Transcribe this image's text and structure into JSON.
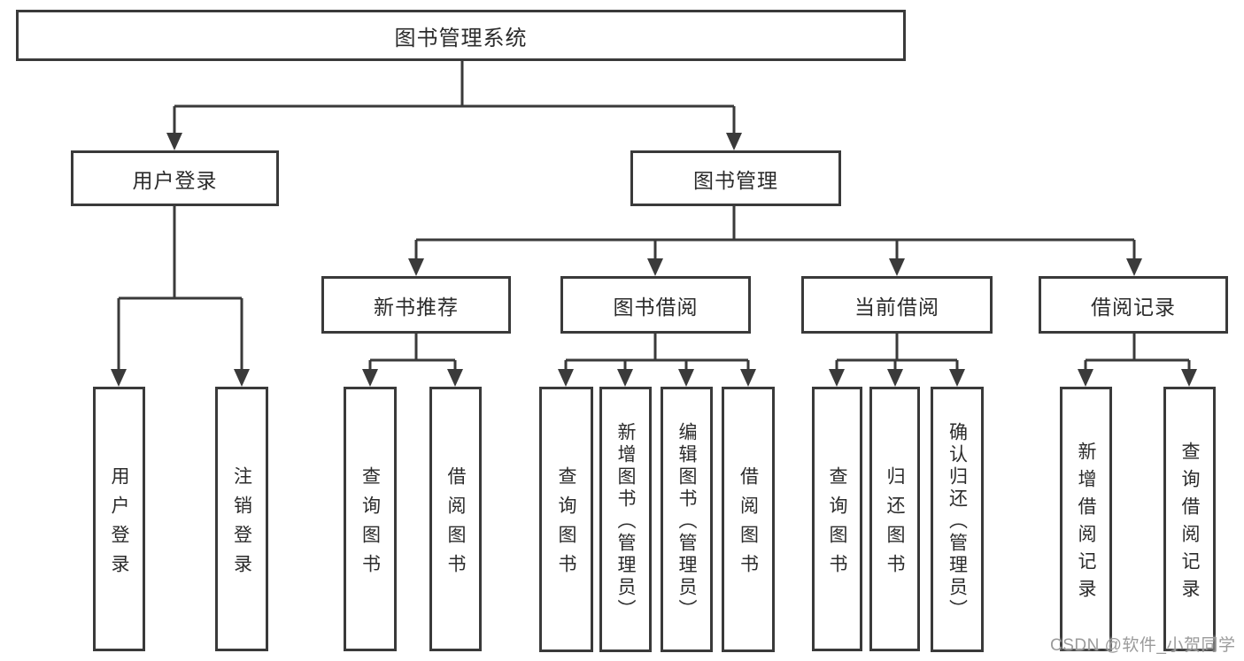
{
  "colors": {
    "line": "#3a3a3a",
    "box_border": "#3a3a3a",
    "box_bg": "#ffffff",
    "text": "#2b2b2b",
    "watermark": "#9b9b9b"
  },
  "watermark": {
    "text": "CSDN @软件_小贺同学"
  },
  "tree": {
    "root": {
      "label": "图书管理系统"
    },
    "branches": [
      {
        "label": "用户登录",
        "children": [
          {
            "label": "用户登录"
          },
          {
            "label": "注销登录"
          }
        ]
      },
      {
        "label": "图书管理",
        "children": [
          {
            "label": "新书推荐",
            "children": [
              {
                "label": "查询图书"
              },
              {
                "label": "借阅图书"
              }
            ]
          },
          {
            "label": "图书借阅",
            "children": [
              {
                "label": "查询图书"
              },
              {
                "label": "新增图书（管理员）"
              },
              {
                "label": "编辑图书（管理员）"
              },
              {
                "label": "借阅图书"
              }
            ]
          },
          {
            "label": "当前借阅",
            "children": [
              {
                "label": "查询图书"
              },
              {
                "label": "归还图书"
              },
              {
                "label": "确认归还（管理员）"
              }
            ]
          },
          {
            "label": "借阅记录",
            "children": [
              {
                "label": "新增借阅记录"
              },
              {
                "label": "查询借阅记录"
              }
            ]
          }
        ]
      }
    ]
  }
}
